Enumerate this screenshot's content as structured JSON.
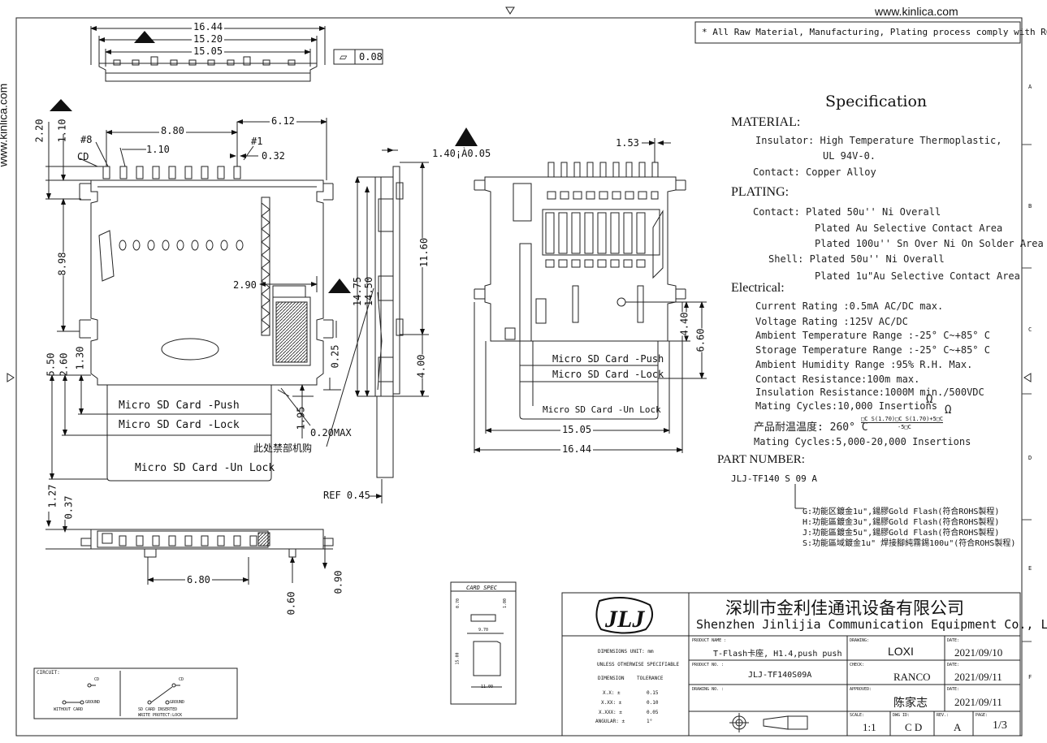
{
  "header": {
    "website": "www.kinlica.com",
    "side_website": "www.kinlica.com"
  },
  "rohs_note": "* All Raw Material, Manufacturing, Plating process comply with ROHS",
  "flatness": {
    "symbol": "⏥",
    "value": "0.08"
  },
  "dims": {
    "d1644": "16.44",
    "d1520": "15.20",
    "d1505": "15.05",
    "d880": "8.80",
    "d612": "6.12",
    "d110a": "1.10",
    "d032": "0.32",
    "pin8": "#8",
    "cd": "CD",
    "pin1": "#1",
    "d220": "2.20",
    "d110b": "1.10",
    "d898": "8.98",
    "d290": "2.90",
    "d025": "0.25",
    "d550": "5.50",
    "d260": "2.60",
    "d130": "1.30",
    "d195": "1.95",
    "d020max": "0.20MAX",
    "forbidden": "此处禁部机购",
    "d140": "1.40¡À0.05",
    "d1475": "14.75",
    "d1450": "14.50",
    "d1160": "11.60",
    "d400": "4.00",
    "ref045": "REF 0.45",
    "d153": "1.53",
    "d440": "4.40",
    "d660": "6.60",
    "d1505b": "15.05",
    "d1644b": "16.44",
    "d127": "1.27",
    "d037": "0.37",
    "d680": "6.80",
    "d090": "0.90",
    "d060": "0.60"
  },
  "card_labels": {
    "push": "Micro SD Card -Push",
    "lock": "Micro SD Card -Lock",
    "unlock": "Micro SD Card -Un Lock",
    "push_r": "Micro SD Card -Push",
    "lock_r": "Micro SD Card -Lock",
    "unlock_r": "Micro SD Card -Un Lock"
  },
  "spec": {
    "title": "Specification",
    "material": "MATERIAL:",
    "insulator1": "Insulator: High Temperature Thermoplastic,",
    "insulator2": "UL 94V-0.",
    "contact_mat": "Contact: Copper Alloy",
    "plating": "PLATING:",
    "contact_pl1": "Contact: Plated 50u'' Ni Overall",
    "contact_pl2": "Plated Au Selective Contact Area",
    "contact_pl3": "Plated 100u'' Sn Over Ni On Solder Area",
    "shell1": "Shell: Plated 50u'' Ni Overall",
    "shell2": "Plated 1u\"Au Selective Contact Area",
    "electrical": "Electrical:",
    "current": "Current Rating :0.5mA AC/DC max.",
    "voltage": "Voltage Rating :125V AC/DC",
    "ambient": "Ambient Temperature Range :-25° C~+85° C",
    "storage": "Storage Temperature Range :-25° C~+85° C",
    "humidity": "Ambient Humidity Range :95% R.H. Max.",
    "contact_res": "Contact Resistance:100m  max.",
    "insulation": "Insulation Resistance:1000M  min./500VDC",
    "ohm1": "Ω",
    "ohm2": "Ω",
    "mating1": "Mating Cycles:10,000 Insertions",
    "solder_temp": "产品耐温温度: 260° C",
    "solder_frac_top": "□C S(1.70)□C S(1.70)+5□C",
    "solder_frac_bot": "-5□C",
    "mating2": "Mating Cycles:5,000-20,000 Insertions"
  },
  "part": {
    "label": "PART NUMBER:",
    "number": "JLJ-TF140 S 09 A",
    "g": "G:功能区鍍金1u\",鍚膠Gold Flash(符合ROHS製程)",
    "h": "H:功能區鍍金3u\",鍚膠Gold Flash(符合ROHS製程)",
    "j": "J:功能區鍍金5u\",鍚膠Gold Flash(符合ROHS製程)",
    "s": "S:功能區域鍍金1u\" 焊接腳純霧錫100u\"(符合ROHS製程)"
  },
  "card_spec": {
    "title": "CARD SPEC",
    "w": "9.70",
    "h": "15.00",
    "b": "11.00",
    "l1": "0.70",
    "l2": "1.00"
  },
  "circuit": {
    "title": "CIRCUIT:",
    "cd1": "CD",
    "ground1": "GROUND",
    "without": "WITHOUT CARD",
    "cd2": "CD",
    "ground2": "GROUND",
    "inserted1": "SD CARD INSERTED",
    "inserted2": "WRITE PROTECT:LOCK"
  },
  "tolerance": {
    "unit": "DIMENSIONS UNIT:  mm",
    "unless": "UNLESS OTHERWISE SPECIFIABLE",
    "dim_h": "DIMENSION",
    "tol_h": "TOLERANCE",
    "rows": [
      {
        "d": "X.X:  ±",
        "t": "0.15"
      },
      {
        "d": "X.XX: ±",
        "t": "0.10"
      },
      {
        "d": "X.XXX: ±",
        "t": "0.05"
      },
      {
        "d": "ANGULAR: ±",
        "t": "1°"
      }
    ]
  },
  "title_block": {
    "company_cn": "深圳市金利佳通讯设备有限公司",
    "company_en": "Shenzhen Jinlijia Communication Equipment Co., Ltd .",
    "product_name_label": "PRODUCT NAME :",
    "product_name": "T-Flash卡座, H1.4,push push",
    "product_no_label": "PRODUCT NO. :",
    "product_no": "JLJ-TF140S09A",
    "drawing_no_label": "DRAWING NO. :",
    "drawing_label": "DRAWING:",
    "drawing": "LOXI",
    "check_label": "CHECK:",
    "check": "RANCO",
    "approved_label": "APPROVED:",
    "approved": "陈家志",
    "date_label1": "DATE:",
    "date1": "2021/09/10",
    "date_label2": "DATE:",
    "date2": "2021/09/11",
    "date_label3": "DATE:",
    "date3": "2021/09/11",
    "scale_label": "SCALE:",
    "scale": "1:1",
    "dwg_id_label": "DWG ID:",
    "dwg_id": "C D",
    "rev_label": "REV.:",
    "rev": "A",
    "page_label": "PAGE:",
    "page": "1/3"
  },
  "margin": {
    "a": "A",
    "b": "B",
    "c": "C",
    "d": "D",
    "e": "E",
    "f": "F"
  }
}
